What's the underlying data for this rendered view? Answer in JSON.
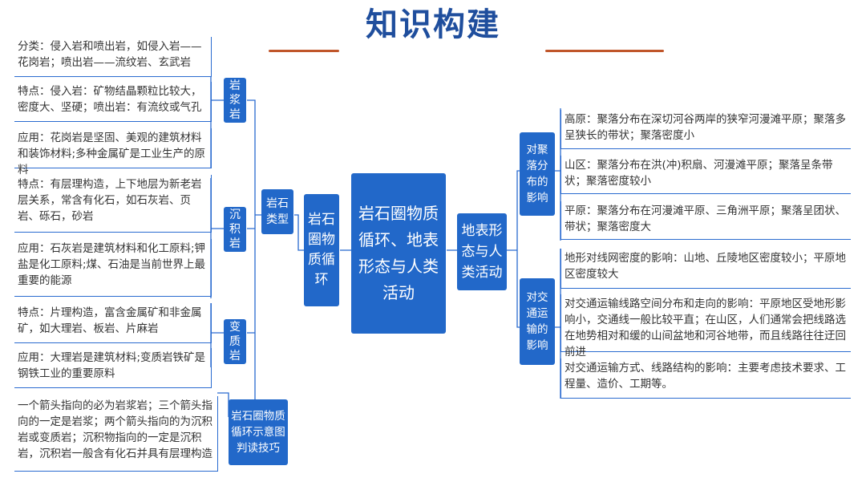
{
  "header": {
    "title": "知识构建"
  },
  "colors": {
    "node_blue": "#2268c9",
    "line_blue": "#2a6bd0",
    "title_blue": "#1f4e9d",
    "deco_orange": "#c0562a"
  },
  "center": {
    "left_label": "岩石圈物质循环",
    "main_label": "岩石圈物质循环、地表形态与人类活动",
    "right_label": "地表形态与人类活动"
  },
  "left": {
    "rock_types_label": "岩石类型",
    "igneous": {
      "label": "岩浆岩",
      "classification": "分类：侵入岩和喷出岩，如侵入岩——花岗岩；喷出岩——流纹岩、玄武岩",
      "features": "特点：侵入岩：矿物结晶颗粒比较大，密度大、坚硬；喷出岩：有流纹或气孔",
      "application": "应用：花岗岩是坚固、美观的建筑材料和装饰材料;多种金属矿是工业生产的原料"
    },
    "sedimentary": {
      "label": "沉积岩",
      "features": "特点：有层理构造，上下地层为新老岩层关系，常含有化石，如石灰岩、页岩、砾石，砂岩",
      "application": "应用：石灰岩是建筑材料和化工原料;钾盐是化工原料;煤、石油是当前世界上最重要的能源"
    },
    "metamorphic": {
      "label": "变质岩",
      "features": "特点：片理构造，富含金属矿和非金属矿，如大理岩、板岩、片麻岩",
      "application": "应用：大理岩是建筑材料;变质岩铁矿是钢铁工业的重要原料"
    },
    "reading": {
      "label": "岩石圈物质循环示意图判读技巧",
      "text": "一个箭头指向的必为岩浆岩；三个箭头指向的一定是岩浆；两个箭头指向的为沉积岩或变质岩；沉积物指向的一定是沉积岩，沉积岩一般含有化石并具有层理构造"
    }
  },
  "right": {
    "settlement": {
      "label": "对聚落分布的影响",
      "plateau": "高原：聚落分布在深切河谷两岸的狭窄河漫滩平原；聚落多呈狭长的带状；聚落密度小",
      "mountain": "山区：聚落分布在洪(冲)积扇、河漫滩平原；聚落呈条带状；聚落密度较小",
      "plain": "平原：聚落分布在河漫滩平原、三角洲平原；聚落呈团状、带状；聚落密度大"
    },
    "traffic": {
      "label": "对交通运输的影响",
      "density": "地形对线网密度的影响：山地、丘陵地区密度较小；平原地区密度较大",
      "layout": "对交通运输线路空间分布和走向的影响：平原地区受地形影响小，交通线一般比较平直；在山区，人们通常会把线路选在地势相对和缓的山间盆地和河谷地带，而且线路往往迂回前进",
      "mode": "对交通运输方式、线路结构的影响：主要考虑技术要求、工程量、造价、工期等。"
    }
  }
}
